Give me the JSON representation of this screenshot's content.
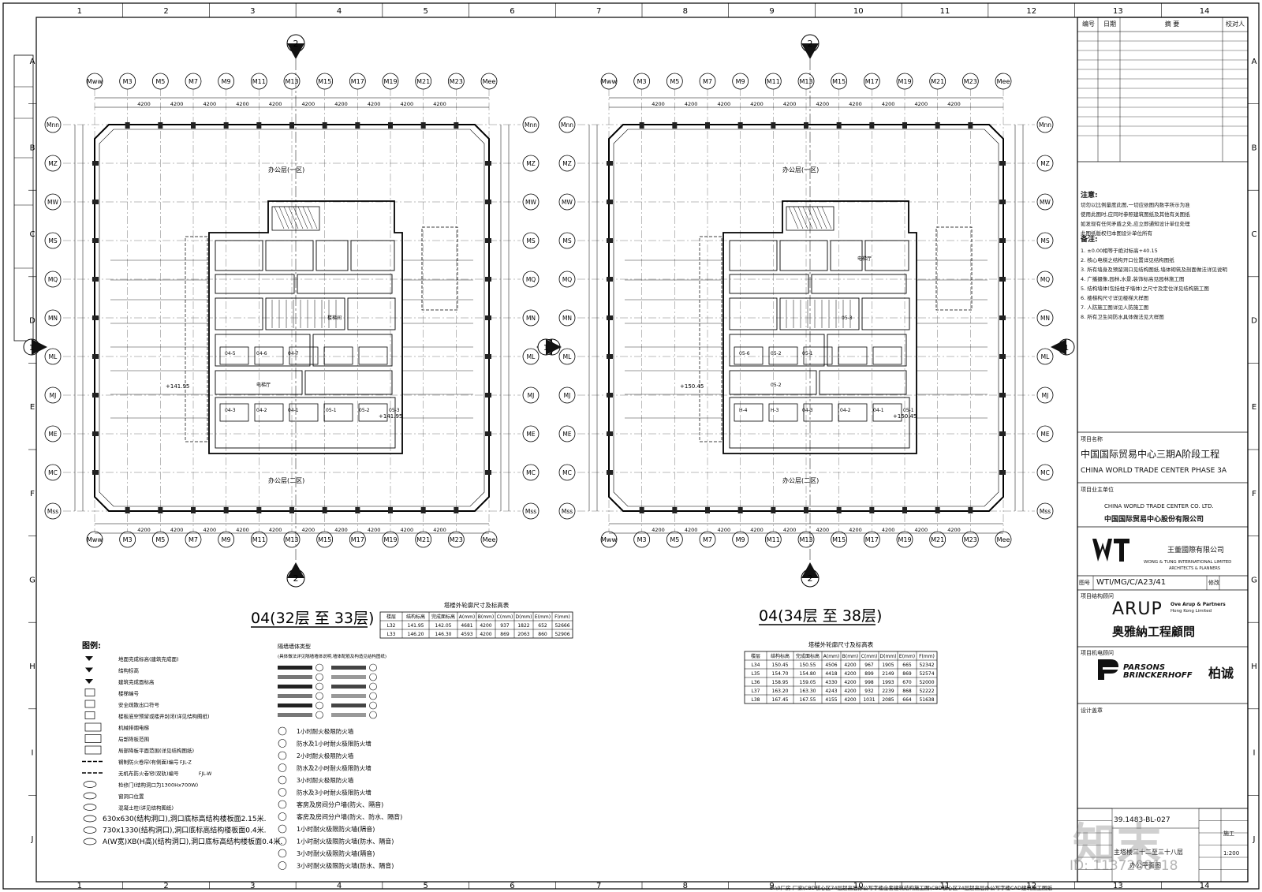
{
  "sheet": {
    "col_numbers": [
      "1",
      "2",
      "3",
      "4",
      "5",
      "6",
      "7",
      "8",
      "9",
      "10",
      "11",
      "12",
      "13",
      "14"
    ],
    "row_letters": [
      "A",
      "B",
      "C",
      "D",
      "E",
      "F",
      "G",
      "H",
      "I",
      "J"
    ]
  },
  "plans": [
    {
      "title": "04(32层 至 33层)",
      "zone_top": "办公层(一区)",
      "zone_bottom": "办公层(二区)",
      "section_mark": "2",
      "axis_mark": "1",
      "elev_1": "+141.95",
      "elev_2": "+141.95",
      "col_top": [
        "Mww",
        "M3",
        "M5",
        "M7",
        "M9",
        "M11",
        "M13",
        "M15",
        "M17",
        "M19",
        "M21",
        "M23",
        "Mee"
      ],
      "row_left": [
        "Mnn",
        "MZ",
        "MW",
        "MS",
        "MQ",
        "MN",
        "ML",
        "MJ",
        "ME",
        "MC",
        "Mss"
      ],
      "rooms": [
        "04-5",
        "04-6",
        "04-7",
        "04-3",
        "04-2",
        "04-1",
        "05-1",
        "05-2",
        "05-3",
        "电梯厅",
        "楼梯间"
      ],
      "dims": [
        "4200",
        "4200",
        "4200",
        "4200",
        "4200",
        "4200",
        "4200",
        "4200",
        "4200",
        "4200"
      ]
    },
    {
      "title": "04(34层 至 38层)",
      "zone_top": "办公层(一区)",
      "zone_bottom": "办公层(二区)",
      "section_mark": "2",
      "axis_mark": "1",
      "elev_1": "+150.45",
      "elev_2": "+150.45",
      "col_top": [
        "Mww",
        "M3",
        "M5",
        "M7",
        "M9",
        "M11",
        "M13",
        "M15",
        "M17",
        "M19",
        "M21",
        "M23",
        "Mee"
      ],
      "row_left": [
        "Mnn",
        "MZ",
        "MW",
        "MS",
        "MQ",
        "MN",
        "ML",
        "MJ",
        "ME",
        "MC",
        "Mss"
      ],
      "rooms": [
        "05-6",
        "05-2",
        "05-1",
        "H-4",
        "H-3",
        "04-3",
        "04-2",
        "04-1",
        "05-1",
        "05-2",
        "05-3",
        "电梯厅"
      ],
      "dims": [
        "4200",
        "4200",
        "4200",
        "4200",
        "4200",
        "4200",
        "4200",
        "4200",
        "4200",
        "4200"
      ]
    }
  ],
  "table1": {
    "title": "塔楼外轮廓尺寸及标高表",
    "headers": [
      "楼层",
      "结构标高",
      "完成面标高",
      "A(mm)",
      "B(mm)",
      "C(mm)",
      "D(mm)",
      "E(mm)",
      "F(mm)"
    ],
    "rows": [
      [
        "L32",
        "141.95",
        "142.05",
        "4681",
        "4200",
        "937",
        "1822",
        "652",
        "52666"
      ],
      [
        "L33",
        "146.20",
        "146.30",
        "4593",
        "4200",
        "869",
        "2063",
        "860",
        "52906"
      ]
    ]
  },
  "table2": {
    "title": "塔楼外轮廓尺寸及标高表",
    "headers": [
      "楼层",
      "结构标高",
      "完成面标高",
      "A(mm)",
      "B(mm)",
      "C(mm)",
      "D(mm)",
      "E(mm)",
      "F(mm)"
    ],
    "rows": [
      [
        "L34",
        "150.45",
        "150.55",
        "4506",
        "4200",
        "967",
        "1905",
        "665",
        "52342"
      ],
      [
        "L35",
        "154.70",
        "154.80",
        "4418",
        "4200",
        "899",
        "2149",
        "869",
        "52574"
      ],
      [
        "L36",
        "158.95",
        "159.05",
        "4330",
        "4200",
        "998",
        "1993",
        "670",
        "52000"
      ],
      [
        "L37",
        "163.20",
        "163.30",
        "4243",
        "4200",
        "932",
        "2239",
        "868",
        "52222"
      ],
      [
        "L38",
        "167.45",
        "167.55",
        "4155",
        "4200",
        "1031",
        "2085",
        "664",
        "51638"
      ]
    ]
  },
  "legend": {
    "title": "图例:",
    "items": [
      "地面完成标高(建筑完成面)",
      "结构标高",
      "建筑完成面标高",
      "楼梯编号",
      "安全疏散出口符号",
      "楼板底空预留或楼井封闭(详见结构图纸)",
      "机械排烟电梯",
      "局部降板范围",
      "局部降板平面范围(详见结构图纸)",
      "钢制防火卷帘(有侧面)编号",
      "无机布防火卷帘(双轨)编号",
      "检修门(结构洞口为1300Hx700W)",
      "窗洞口位置",
      "混凝土柱(详见结构图纸)",
      "630x630(结构洞口),洞口底标高结构楼板面2.15米.",
      "730x1330(结构洞口),洞口底标高结构楼板面0.4米.",
      "A(W宽)XB(H高)(结构洞口),洞口底标高结构楼板面0.4米."
    ],
    "fz_tag": "FJL-Z",
    "fw_tag": "FJL-W"
  },
  "wall_legend": {
    "title": "隔墙墙体类型",
    "note": "(具体做法详见隔墙墙体说明,墙体配筋及构造见结构图纸)",
    "items": [
      "1小时耐火极限防火墙",
      "防水及1小时耐火极限防火墙",
      "2小时耐火极限防火墙",
      "防水及2小时耐火极限防火墙",
      "3小时耐火极限防火墙",
      "防水及3小时耐火极限防火墙",
      "客房及房间分户墙(防火、隔音)",
      "客房及房间分户墙(防火、防水、隔音)",
      "1小时耐火极限防火墙(隔音)",
      "1小时耐火极限防火墙(防水、隔音)",
      "3小时耐火极限防火墙(隔音)",
      "3小时耐火极限防火墙(防水、隔音)"
    ]
  },
  "title_block": {
    "rev_headers": [
      "编号",
      "日期",
      "摘  要",
      "校对人"
    ],
    "notice_title": "注意:",
    "notice": [
      "切勿以比例量度此图,一切应依图内数字所示为准",
      "使用此图时,应同时参照建筑图纸及其他有关图纸",
      "如发现有任何矛盾之处,应立即通知设计单位处理",
      "此图纸版权归本图设计单位所有"
    ],
    "remarks_title": "备注:",
    "remarks": [
      "1. ±0.00相等于绝对标高+40.15",
      "2. 核心电梯之结构开口位置详见结构图纸",
      "3. 所有墙身及预留洞口见结构图纸,墙体砌筑及剖面做法详见说明",
      "4. 广播摄像,园林,水景,装饰标高见园林施工图",
      "5. 结构墙体(包括柱子墙体)之尺寸及定位详见结构施工图",
      "6. 楼梯构尺寸详见楼梯大样图",
      "7. 人防施工图详见人防施工图",
      "8. 所有卫生间防水具体做法见大样图"
    ],
    "project_label": "项目名称",
    "project_cn": "中国国际贸易中心三期A阶段工程",
    "project_en": "CHINA WORLD TRADE CENTER PHASE 3A",
    "owner_label": "项目业主单位",
    "owner_en": "CHINA WORLD TRADE CENTER CO. LTD.",
    "owner_cn": "中国国际贸易中心股份有限公司",
    "architect_cn": "王董國際有限公司",
    "architect_en": "WONG & TUNG INTERNATIONAL LIMITED",
    "architect_sub": "ARCHITECTS & PLANNERS",
    "drawing_no_label": "图号",
    "drawing_no": "WTI/MG/C/A23/41",
    "rev_label": "修改",
    "consultant_label": "项目结构顾问",
    "arup": "ARUP",
    "arup_small1": "Ove Arup & Partners",
    "arup_small2": "Hong Kong Limited",
    "arup_cn": "奥雅納工程顧問",
    "consultant2_label": "项目机电顾问",
    "pb": "PARSONS BRINCKERHOFF",
    "pb_cn": "柏诚",
    "design_label": "设计盖章",
    "job_no": "39.1483-BL-027",
    "scale": "1:200",
    "sheet_title1": "主塔楼三十二至三十八层",
    "sheet_title2": "办公平面图",
    "stage": "施工"
  },
  "footer_path": "D:\\0厂房 厂家\\CBD核心区74层超高层办公写字楼全套建筑结构施工图\\CBD核心区74层超高层办公写字楼CAD建筑施工图纸",
  "watermark": "知末",
  "watermark_id": "ID: 1137208118"
}
